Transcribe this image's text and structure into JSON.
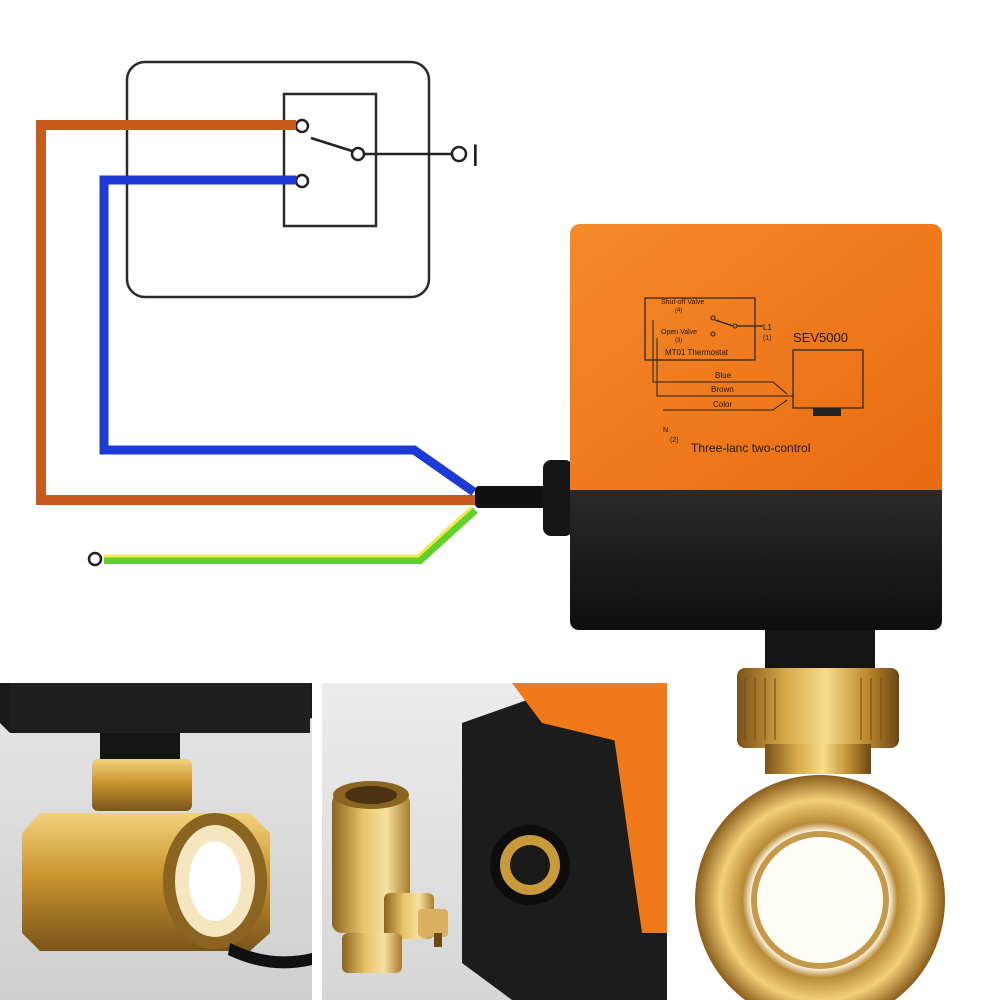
{
  "wiring_diagram": {
    "terminal_mark": "l",
    "wire_colors": {
      "brown": "#c85a1e",
      "blue": "#1d3ad6",
      "green": "#5fd12a",
      "yellow": "#f3e84a"
    }
  },
  "actuator_label": {
    "model": "SEV5000",
    "shutoff_valve": "Shut-off Valve",
    "shutoff_num": "(4)",
    "open_valve": "Open Valve",
    "open_num": "(3)",
    "thermostat": "MT01 Thermostat",
    "l1": "L1",
    "l1_num": "(1)",
    "n": "N",
    "n_num": "(2)",
    "blue": "Blue",
    "brown": "Brown",
    "color": "Color",
    "caption": "Three-lanc two-control"
  },
  "colors": {
    "actuator_orange": "#f07a1a",
    "actuator_black": "#1c1c1c",
    "brass": "#c99a3c",
    "brass_dark": "#8a6420",
    "brass_light": "#f0cf7a"
  }
}
